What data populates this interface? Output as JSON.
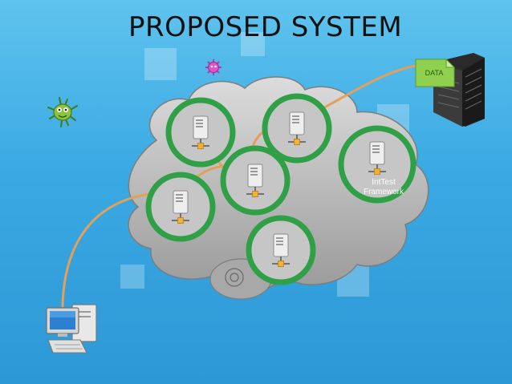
{
  "title": "PROPOSED SYSTEM",
  "framework_label": "IntTest\nFramework",
  "data_label": "DATA",
  "colors": {
    "background": "#3aa9e3",
    "cloud": "#b9b9b9",
    "ring": "#2fa046",
    "ring_inner": "#c6c6c6",
    "link": "#e3a05a",
    "data_doc": "#8fd14f"
  },
  "icons": [
    "server-icon",
    "virus-icon",
    "bug-icon",
    "desktop-computer-icon",
    "server-rack-icon",
    "data-document-icon"
  ]
}
